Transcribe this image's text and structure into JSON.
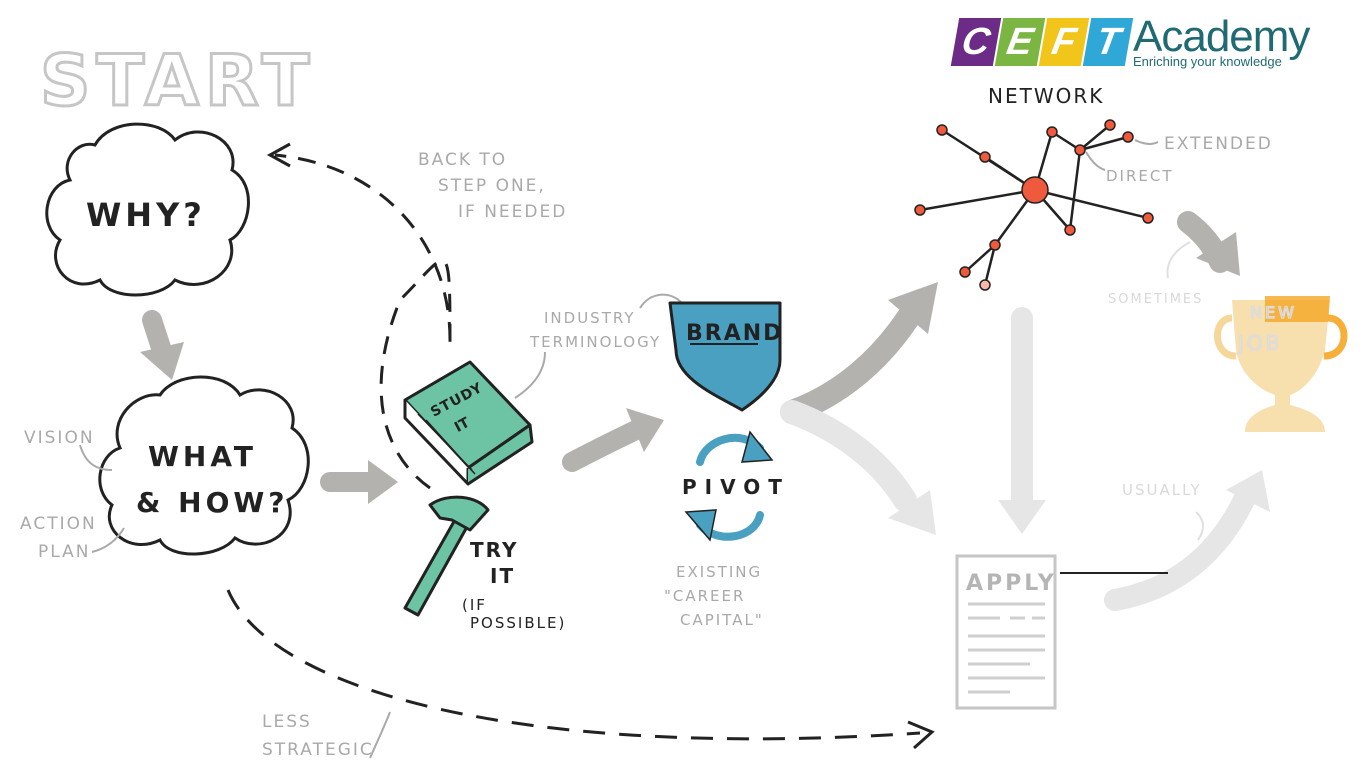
{
  "logo": {
    "letters": [
      "C",
      "E",
      "F",
      "T"
    ],
    "letter_colors": [
      "#6b2b86",
      "#7bb542",
      "#f2c51b",
      "#2fa8d8"
    ],
    "word": "Academy",
    "tagline": "Enriching your knowledge"
  },
  "start_title": "START",
  "nodes": {
    "why": "WHY?",
    "what_line1": "WHAT",
    "what_line2": "& HOW?",
    "study_line1": "STUDY",
    "study_line2": "IT",
    "try_line1": "TRY",
    "try_line2": "IT",
    "try_note_line1": "(IF",
    "try_note_line2": "POSSIBLE)",
    "brand": "BRAND",
    "pivot": "PIVOT",
    "network": "NETWORK",
    "apply": "APPLY",
    "job_line1": "NEW",
    "job_line2": "JOB"
  },
  "notes": {
    "back_line1": "BACK TO",
    "back_line2": "STEP ONE,",
    "back_line3": "IF NEEDED",
    "vision": "VISION",
    "action_line1": "ACTION",
    "action_line2": "PLAN",
    "industry_line1": "INDUSTRY",
    "industry_line2": "TERMINOLOGY",
    "existing_line1": "EXISTING",
    "existing_line2": "\"CAREER",
    "existing_line3": "CAPITAL\"",
    "extended": "EXTENDED",
    "direct": "DIRECT",
    "sometimes": "SOMETIMES",
    "usually": "USUALLY",
    "less_line1": "LESS",
    "less_line2": "STRATEGIC"
  },
  "colors": {
    "ink": "#222222",
    "note_gray": "#a9a9a9",
    "arrow_gray": "#b4b2ae",
    "arrow_light": "#e6e6e6",
    "book_green": "#6cc4a4",
    "brand_blue": "#4aa0c0",
    "network_red": "#ef5a3c",
    "trophy_gold": "#f5d79a"
  }
}
